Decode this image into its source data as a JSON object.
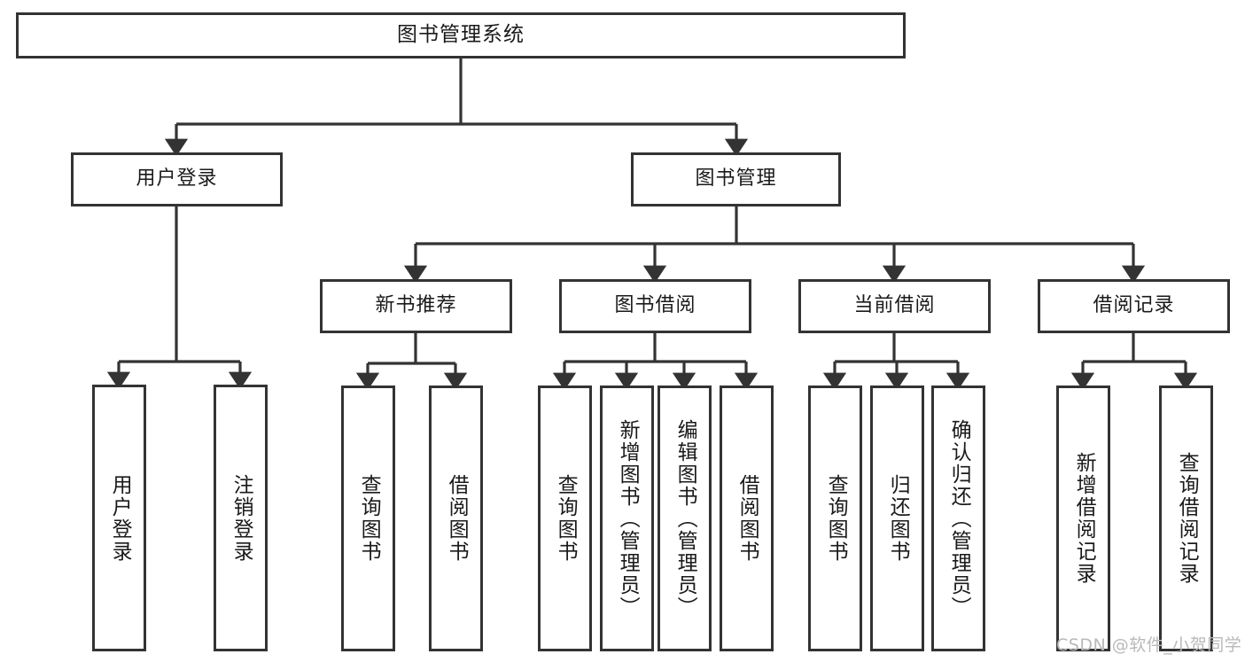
{
  "diagram": {
    "title": "图书管理系统",
    "type": "hierarchy-tree",
    "watermark": "CSDN @软件_小贺同学",
    "colors": {
      "box_border": "#333333",
      "box_fill": "#ffffff",
      "connector": "#333333",
      "text": "#1a1a1a",
      "watermark": "#b9b9b9",
      "background": "#ffffff"
    },
    "root": {
      "label": "图书管理系统",
      "orientation": "horizontal"
    },
    "level2": [
      {
        "label": "用户登录",
        "orientation": "horizontal"
      },
      {
        "label": "图书管理",
        "orientation": "horizontal"
      }
    ],
    "level3": [
      {
        "label": "新书推荐",
        "orientation": "horizontal",
        "parent": "图书管理"
      },
      {
        "label": "图书借阅",
        "orientation": "horizontal",
        "parent": "图书管理"
      },
      {
        "label": "当前借阅",
        "orientation": "horizontal",
        "parent": "图书管理"
      },
      {
        "label": "借阅记录",
        "orientation": "horizontal",
        "parent": "图书管理"
      }
    ],
    "leaves": {
      "user_login": [
        {
          "label": "用户登录",
          "orientation": "vertical"
        },
        {
          "label": "注销登录",
          "orientation": "vertical"
        }
      ],
      "new_book_recommend": [
        {
          "label": "查询图书",
          "orientation": "vertical"
        },
        {
          "label": "借阅图书",
          "orientation": "vertical"
        }
      ],
      "book_borrow": [
        {
          "label": "查询图书",
          "orientation": "vertical"
        },
        {
          "label": "新增图书（管理员）",
          "orientation": "vertical"
        },
        {
          "label": "编辑图书（管理员）",
          "orientation": "vertical"
        },
        {
          "label": "借阅图书",
          "orientation": "vertical"
        }
      ],
      "current_borrow": [
        {
          "label": "查询图书",
          "orientation": "vertical"
        },
        {
          "label": "归还图书",
          "orientation": "vertical"
        },
        {
          "label": "确认归还（管理员）",
          "orientation": "vertical"
        }
      ],
      "borrow_record": [
        {
          "label": "新增借阅记录",
          "orientation": "vertical"
        },
        {
          "label": "查询借阅记录",
          "orientation": "vertical"
        }
      ]
    }
  }
}
